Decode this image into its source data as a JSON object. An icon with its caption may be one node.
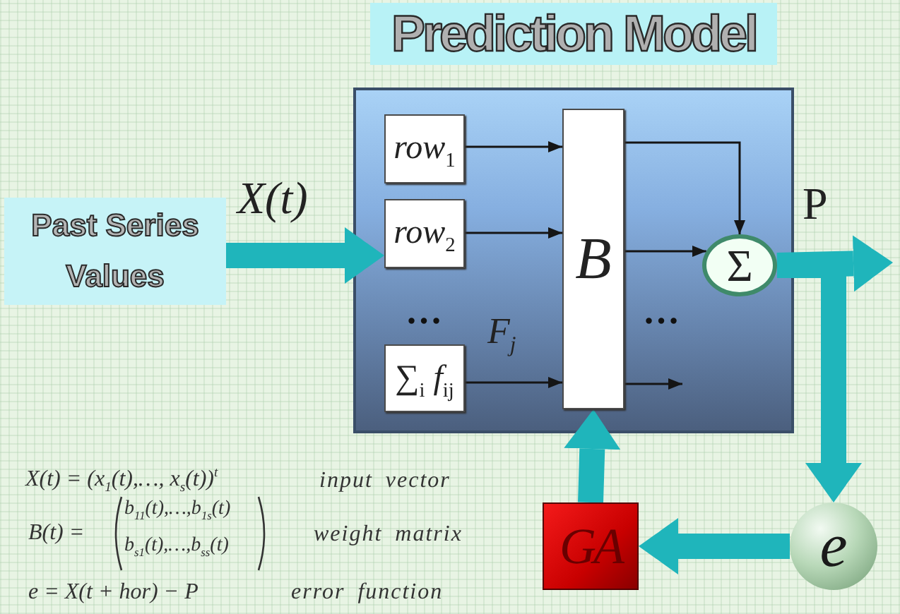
{
  "diagram": {
    "nodes": [
      {
        "text": [
          "Past Series Values"
        ]
      },
      {
        "text": [
          "Prediction Model"
        ]
      },
      {
        "text": [
          "row$_{1}$"
        ],
        "in": 1
      },
      {
        "text": [
          "row$_{2}$"
        ],
        "in": 1
      },
      {
        "text": [
          "∑$_{i}$ f$_{ij}$"
        ],
        "in": 1
      },
      {
        "text": [
          "B"
        ],
        "in": 1
      },
      {
        "text": [
          "Σ"
        ],
        "in": 1
      },
      {
        "text": [
          "GA"
        ]
      },
      {
        "text": [
          "e"
        ]
      }
    ],
    "edges": [
      {
        "from": 0,
        "to": 3,
        "arrow": "to",
        "label": "X(t)",
        "style": "thick",
        "color": "#1fb5bb"
      },
      {
        "from": 2,
        "to": 5,
        "arrow": "to"
      },
      {
        "from": 3,
        "to": 5,
        "arrow": "to"
      },
      {
        "from": 4,
        "to": 5,
        "arrow": "to"
      },
      {
        "from": 5,
        "to": 6,
        "arrow": "to"
      },
      {
        "from": 5,
        "to": 6,
        "arrow": "to"
      },
      {
        "from": 5,
        "to": null,
        "arrow": "to"
      },
      {
        "from": 6,
        "to": null,
        "arrow": "to",
        "label": "P",
        "style": "thick",
        "color": "#1fb5bb"
      },
      {
        "from": 6,
        "to": 8,
        "arrow": "to",
        "style": "thick",
        "color": "#1fb5bb"
      },
      {
        "from": 8,
        "to": 7,
        "arrow": "to",
        "style": "thick",
        "color": "#1fb5bb"
      },
      {
        "from": 7,
        "to": 5,
        "arrow": "to",
        "style": "thick",
        "color": "#1fb5bb"
      }
    ],
    "labels": [
      "…",
      "…",
      "F$_{j}$",
      "X(t) = (x$_{1}$(t),…, x$_{s}$(t))$^{t}$",
      "input vector",
      "B(t) =",
      "b$_{11}$(t),…,b$_{1s}$(t)",
      "b$_{s1}$(t),…,b$_{ss}$(t)",
      "weight matrix",
      "e = X(t + hor) − P",
      "error function"
    ]
  }
}
